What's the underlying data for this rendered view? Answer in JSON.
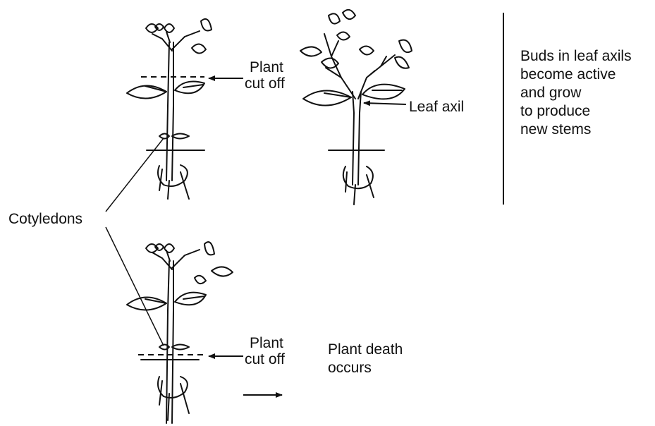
{
  "diagram": {
    "labels": {
      "cut_top_line1": "Plant",
      "cut_top_line2": "cut off",
      "leaf_axil": "Leaf axil",
      "buds_line1": "Buds in leaf axils",
      "buds_line2": "become active",
      "buds_line3": "and grow",
      "buds_line4": "to produce",
      "buds_line5": "new stems",
      "cotyledons": "Cotyledons",
      "cut_bottom_line1": "Plant",
      "cut_bottom_line2": "cut off",
      "death_line1": "Plant death",
      "death_line2": "occurs"
    },
    "colors": {
      "ink": "#111111",
      "background": "#ffffff"
    },
    "icons": [
      "plant-cut-above-cotyledons",
      "plant-regrowing-stems",
      "plant-cut-below-cotyledons"
    ]
  }
}
